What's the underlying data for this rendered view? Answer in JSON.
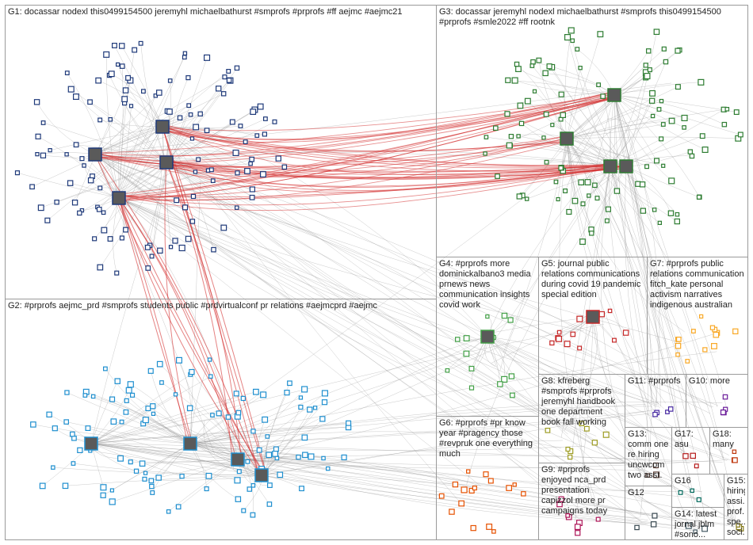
{
  "graph": {
    "groups": [
      {
        "id": "G1",
        "label": "G1: docassar nodexl this0499154500 jeremyhl michaelbathurst #smprofs #prprofs #ff aejmc #aejmc21",
        "color": "#1f3a7a"
      },
      {
        "id": "G2",
        "label": "G2: #prprofs aejmc_prd #smprofs students public #prdvirtualconf pr relations #aejmcprd #aejmc",
        "color": "#1f8fcf"
      },
      {
        "id": "G3",
        "label": "G3: docassar jeremyhl nodexl michaelbathurst #smprofs this0499154500 #prprofs #smle2022 #ff rootnk",
        "color": "#2e7d32"
      },
      {
        "id": "G4",
        "label": "G4: #prprofs more dominickalbano3 media prnews news communication insights covid work",
        "color": "#43a047"
      },
      {
        "id": "G5",
        "label": "G5: journal public relations communications during covid 19 pandemic special edition",
        "color": "#c62828"
      },
      {
        "id": "G6",
        "label": "G6: #prprofs #pr know year #pragency those #revpruk one everything much",
        "color": "#e65100"
      },
      {
        "id": "G7",
        "label": "G7: #prprofs public relations communication fitch_kate personal activism narratives indigenous australian",
        "color": "#f9a825"
      },
      {
        "id": "G8",
        "label": "G8: kfreberg #smprofs #prprofs jeremyhl handbook one department book fall working",
        "color": "#9e9d24"
      },
      {
        "id": "G9",
        "label": "G9: #prprofs enjoyed nca_prd presentation capizzol more pr campaigns today",
        "color": "#ad1457"
      },
      {
        "id": "G10",
        "label": "G10: more",
        "color": "#6a1b9a"
      },
      {
        "id": "G11",
        "label": "G11: #prprofs",
        "color": "#4527a0"
      },
      {
        "id": "G12",
        "label": "G12",
        "color": "#37474f"
      },
      {
        "id": "G13",
        "label": "G13: comm one re hiring uncwcom two asst.",
        "color": "#5d4037"
      },
      {
        "id": "G14",
        "label": "G14: latest jornal jblm #sono...",
        "color": "#455a64"
      },
      {
        "id": "G15",
        "label": "G15: hiring assi... prof... spe... soci...",
        "color": "#827717"
      },
      {
        "id": "G16",
        "label": "G16",
        "color": "#00695c"
      },
      {
        "id": "G17",
        "label": "G17: asu",
        "color": "#b71c1c"
      },
      {
        "id": "G18",
        "label": "G18: many",
        "color": "#bf360c"
      }
    ],
    "edge_colors": {
      "normal": "#9e9e9e",
      "strong": "#d32f2f"
    }
  }
}
